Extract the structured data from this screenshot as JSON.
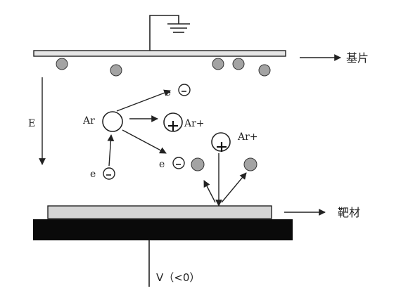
{
  "labels": {
    "substrate": "基片",
    "target": "靶材",
    "field": "E",
    "argon": "Ar",
    "argon_ion_1": "Ar+",
    "argon_ion_2": "Ar+",
    "electron_1": "e",
    "electron_2": "e",
    "electron_3": "e",
    "voltage": "V（<0）"
  },
  "colors": {
    "line": "#222222",
    "substrate_fill": "#e6e6e6",
    "target_fill": "#d4d4d4",
    "cathode_fill": "#0a0a0a",
    "atom_fill": "#a3a3a3",
    "background": "#ffffff"
  },
  "icons": {
    "ground": "ground-symbol-icon",
    "positive": "plus-icon",
    "negative": "minus-icon"
  }
}
